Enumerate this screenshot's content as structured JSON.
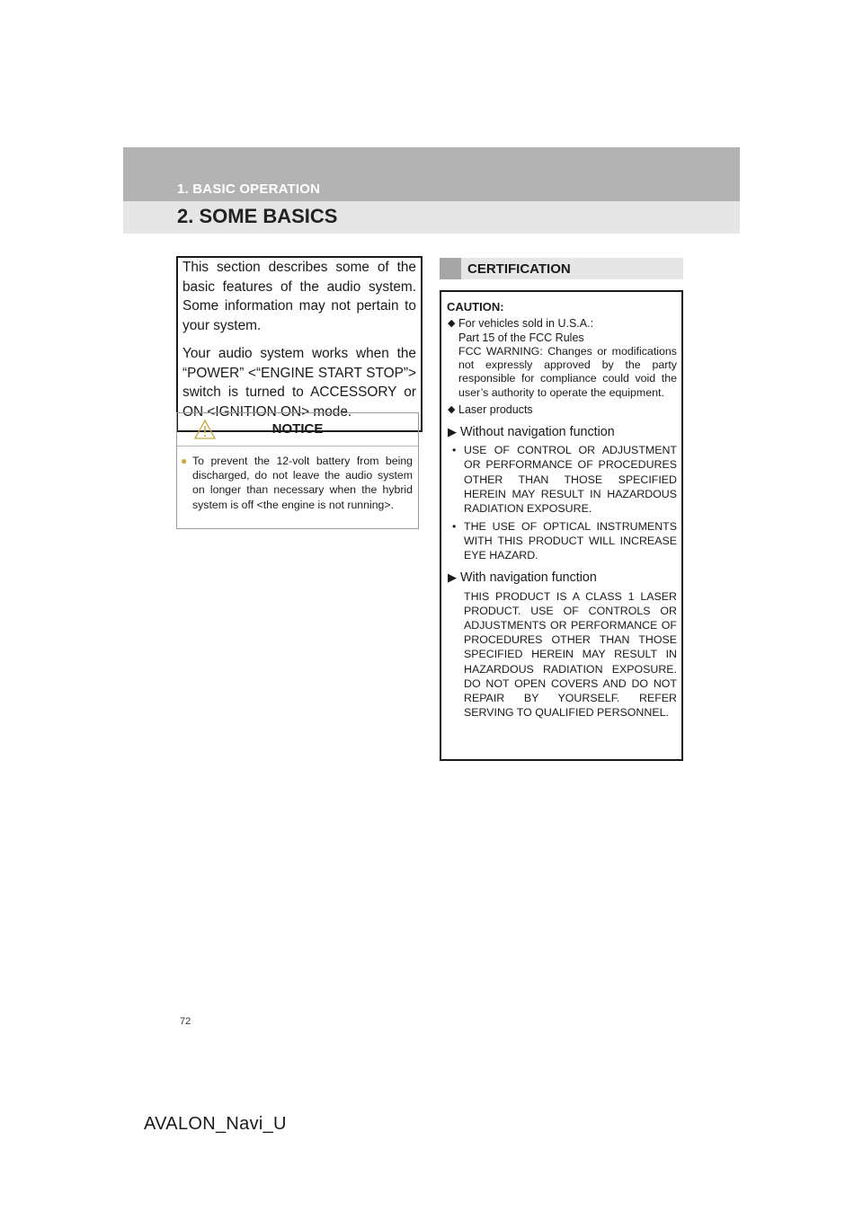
{
  "header": {
    "section_label": "1. BASIC OPERATION",
    "title": "2. SOME BASICS"
  },
  "intro": {
    "para1": "This section describes some of the basic features of the audio system. Some information may not pertain to your system.",
    "para2": "Your audio system works when the “POWER” <“ENGINE START STOP”> switch is turned to ACCESSORY or ON <IGNITION ON> mode."
  },
  "notice": {
    "label": "NOTICE",
    "bullet": "●",
    "text": "To prevent the 12-volt battery from being discharged, do not leave the audio system on longer than necessary when the hybrid system is off <the engine is not running>."
  },
  "certification": {
    "heading": "CERTIFICATION",
    "caution_label": "CAUTION:",
    "items": [
      {
        "title": "For vehicles sold in U.S.A.:",
        "lines": [
          "Part 15 of the FCC Rules"
        ],
        "warning": "FCC WARNING: Changes or modifications not expressly approved by the party responsible for compliance could void the user’s authority to operate the equipment."
      },
      {
        "title": "Laser products"
      }
    ],
    "without_nav": {
      "heading": "Without navigation function",
      "bullets": [
        "USE OF CONTROL OR ADJUSTMENT OR PERFORMANCE OF PROCEDURES OTHER THAN THOSE SPECIFIED HEREIN MAY RESULT IN HAZARDOUS RADIATION EXPOSURE.",
        "THE USE OF OPTICAL INSTRUMENTS WITH THIS PRODUCT WILL INCREASE EYE HAZARD."
      ]
    },
    "with_nav": {
      "heading": "With navigation function",
      "text": "THIS PRODUCT IS A CLASS 1 LASER PRODUCT. USE OF CONTROLS OR ADJUSTMENTS OR PERFORMANCE OF PROCEDURES OTHER THAN THOSE SPECIFIED HEREIN MAY RESULT IN HAZARDOUS RADIATION EXPOSURE. DO NOT OPEN COVERS AND DO NOT REPAIR BY YOURSELF. REFER SERVING TO QUALIFIED PERSONNEL."
    }
  },
  "footer": {
    "page_number": "72",
    "doc_code": "AVALON_Navi_U"
  },
  "icons": {
    "notice_icon": "warning-triangle-icon",
    "bullet_icon": "diamond-bullet-icon",
    "arrow_icon": "right-triangle-icon"
  },
  "colors": {
    "header_band": "#b3b3b3",
    "title_band": "#e6e6e6",
    "notice_bullet": "#c9a93a"
  }
}
